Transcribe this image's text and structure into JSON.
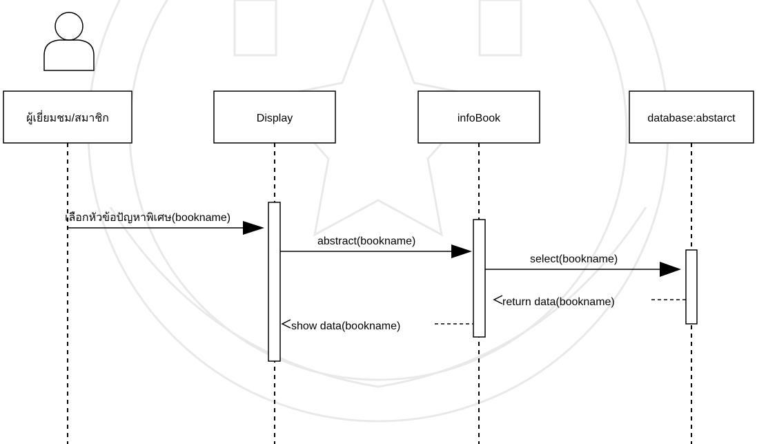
{
  "actor": {
    "icon": "user-icon",
    "label": "ผู้เยี่ยมชม/สมาชิก"
  },
  "lifelines": [
    {
      "id": "actor",
      "label": "ผู้เยี่ยมชม/สมาชิก"
    },
    {
      "id": "display",
      "label": "Display"
    },
    {
      "id": "infobook",
      "label": "infoBook"
    },
    {
      "id": "database",
      "label": "database:abstarct"
    }
  ],
  "messages": [
    {
      "from": "actor",
      "to": "display",
      "label": "เลือกหัวข้อปัญหาพิเศษ(bookname)",
      "kind": "call"
    },
    {
      "from": "display",
      "to": "infobook",
      "label": "abstract(bookname)",
      "kind": "call"
    },
    {
      "from": "infobook",
      "to": "database",
      "label": "select(bookname)",
      "kind": "call"
    },
    {
      "from": "database",
      "to": "infobook",
      "label": "return data(bookname)",
      "kind": "return"
    },
    {
      "from": "infobook",
      "to": "display",
      "label": "show data(bookname)",
      "kind": "return"
    }
  ],
  "watermark": {
    "type": "university-seal"
  }
}
